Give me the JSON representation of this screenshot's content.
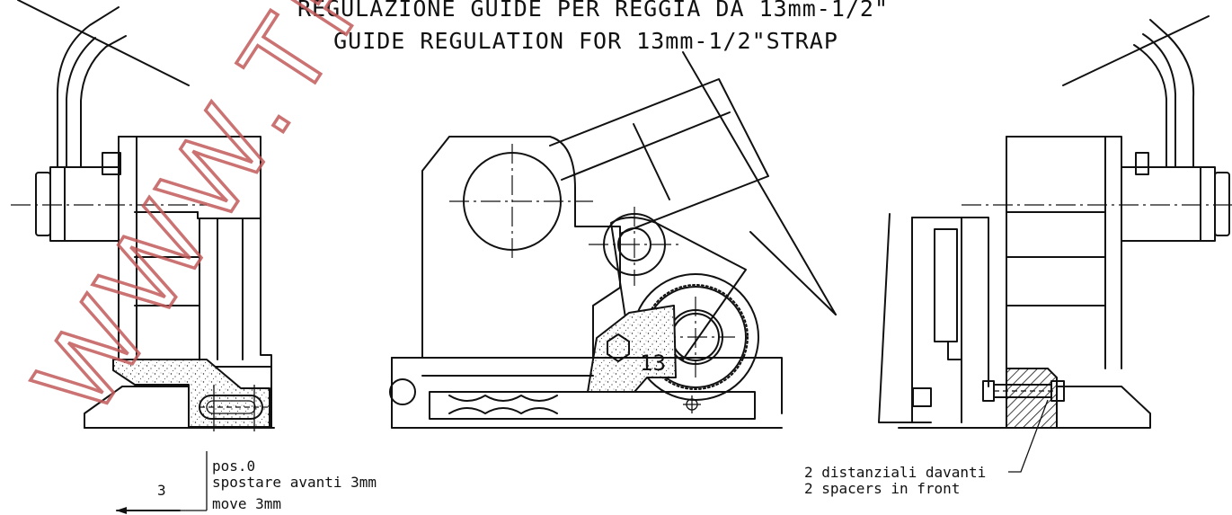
{
  "title": {
    "line1": "REGULAZIONE GUIDE PER REGGIA DA 13mm-1/2\"",
    "line2": "GUIDE REGULATION FOR 13mm-1/2\"STRAP"
  },
  "watermark": {
    "text": "WWW.TRA",
    "color": "#c35a5a"
  },
  "center_view": {
    "knob_label": "13"
  },
  "left_note": {
    "dimension": "3",
    "pos": "pos.0",
    "italian": "spostare avanti 3mm",
    "english": "move 3mm"
  },
  "right_note": {
    "italian": "2 distanziali davanti",
    "english": "2 spacers in front"
  },
  "colors": {
    "line": "#111111",
    "background": "#ffffff"
  }
}
